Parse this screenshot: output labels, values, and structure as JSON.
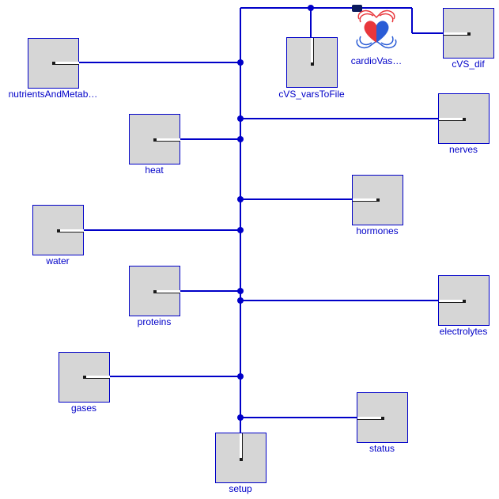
{
  "colors": {
    "wire": "#0000c8",
    "block_fill": "#d6d6d6",
    "label": "#0000c8",
    "heart_red": "#e8373c",
    "heart_blue": "#2a5cd6"
  },
  "blocks": {
    "nutrients": "nutrientsAndMetab…",
    "cvs_vars": "cVS_varsToFile",
    "cardio": "cardioVas…",
    "cvs_dif": "cVS_dif",
    "nerves": "nerves",
    "heat": "heat",
    "hormones": "hormones",
    "water": "water",
    "proteins": "proteins",
    "electrolytes": "electrolytes",
    "gases": "gases",
    "status": "status",
    "setup": "setup"
  }
}
